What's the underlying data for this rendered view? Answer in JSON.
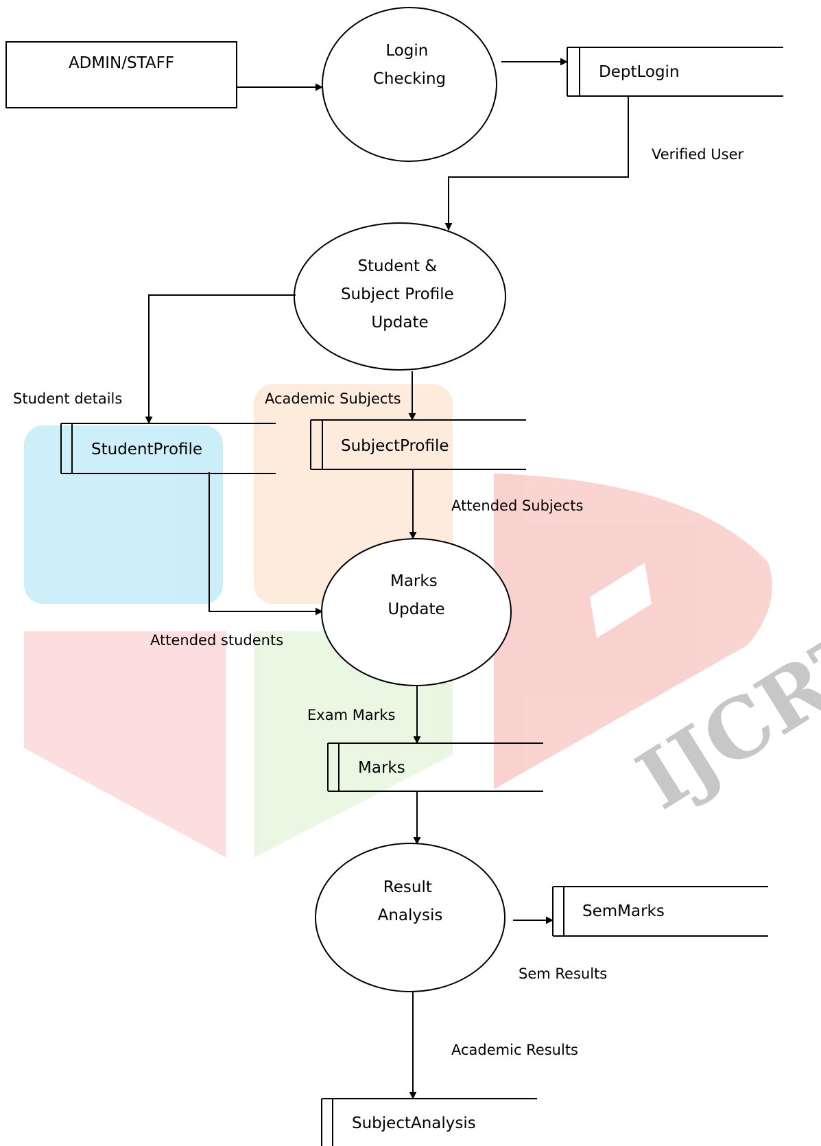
{
  "entity": {
    "label": "ADMIN/STAFF"
  },
  "processes": {
    "login": [
      "Login",
      "Checking"
    ],
    "profile_update": [
      "Student &",
      "Subject Profile",
      "Update"
    ],
    "marks_update": [
      "Marks",
      "Update"
    ],
    "result_analysis": [
      "Result",
      "Analysis"
    ]
  },
  "stores": {
    "dept_login": "DeptLogin",
    "student_profile": "StudentProfile",
    "subject_profile": "SubjectProfile",
    "marks": "Marks",
    "sem_marks": "SemMarks",
    "subject_analysis": "SubjectAnalysis"
  },
  "flows": {
    "verified_user": "Verified User",
    "student_details": "Student details",
    "academic_subjects": "Academic Subjects",
    "attended_subjects": "Attended Subjects",
    "attended_students": "Attended students",
    "exam_marks": "Exam Marks",
    "sem_results": "Sem Results",
    "academic_results": "Academic Results"
  },
  "watermark": {
    "text": "IJCRT"
  }
}
